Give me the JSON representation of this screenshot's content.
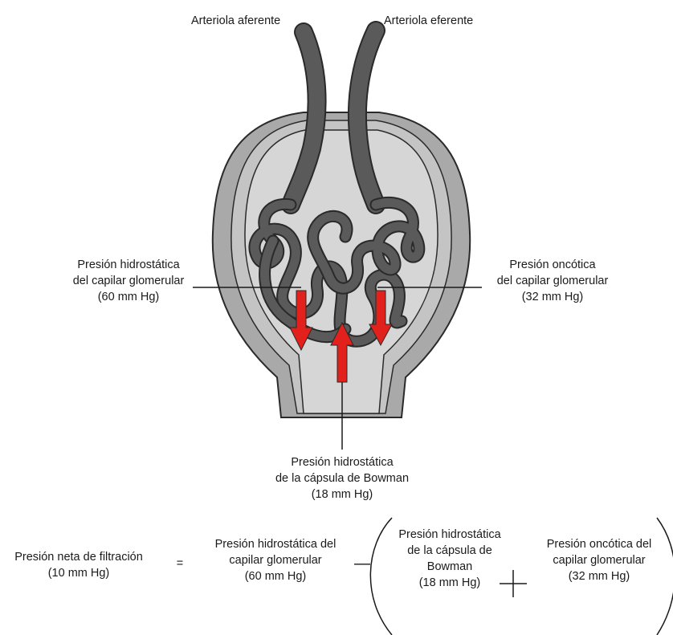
{
  "vessels": {
    "afferent": "Arteriola aferente",
    "efferent": "Arteriola eferente"
  },
  "pressures": {
    "glomerular_hydrostatic": {
      "lines": [
        "Presión hidrostática",
        "del capilar glomerular",
        "(60 mm Hg)"
      ]
    },
    "glomerular_oncotic": {
      "lines": [
        "Presión oncótica",
        "del capilar glomerular",
        "(32 mm Hg)"
      ]
    },
    "bowman_hydrostatic": {
      "lines": [
        "Presión hidrostática",
        "de la cápsula de Bowman",
        "(18 mm Hg)"
      ]
    }
  },
  "equation": {
    "result": [
      "Presión neta de filtración",
      "(10 mm Hg)"
    ],
    "equals": "=",
    "term1": [
      "Presión hidrostática del",
      "capilar glomerular",
      "(60 mm Hg)"
    ],
    "minus": "—",
    "term2": [
      "Presión hidrostática",
      "de la cápsula de",
      "Bowman",
      "(18 mm Hg)"
    ],
    "term3": [
      "Presión oncótica del",
      "capilar glomerular",
      "(32 mm Hg)"
    ]
  },
  "colors": {
    "capsule_outer": "#a9a9a9",
    "capsule_inner": "#c4c4c4",
    "bowman_space": "#d6d6d6",
    "capillary": "#5a5a5a",
    "arrow": "#e3211c",
    "outline": "#2a2a2a"
  }
}
